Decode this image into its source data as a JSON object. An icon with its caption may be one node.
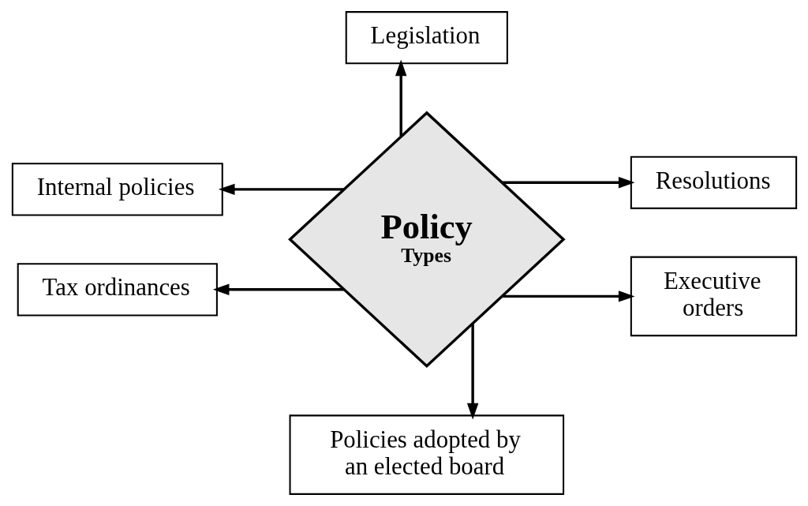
{
  "diagram": {
    "nodes": [
      {
        "text": [
          "Policy",
          "Types"
        ]
      },
      {
        "text": [
          "Legislation"
        ]
      },
      {
        "text": [
          "Internal policies"
        ]
      },
      {
        "text": [
          "Resolutions"
        ]
      },
      {
        "text": [
          "Tax ordinances"
        ]
      },
      {
        "text": [
          "Executive orders"
        ]
      },
      {
        "text": [
          "Policies adopted by an elected board"
        ]
      }
    ],
    "edges": [
      {
        "from": 0,
        "to": 1,
        "arrow": "to"
      },
      {
        "from": 0,
        "to": 2,
        "arrow": "to"
      },
      {
        "from": 0,
        "to": 3,
        "arrow": "to"
      },
      {
        "from": 0,
        "to": 4,
        "arrow": "to"
      },
      {
        "from": 0,
        "to": 5,
        "arrow": "to"
      },
      {
        "from": 0,
        "to": 6,
        "arrow": "to"
      }
    ]
  }
}
